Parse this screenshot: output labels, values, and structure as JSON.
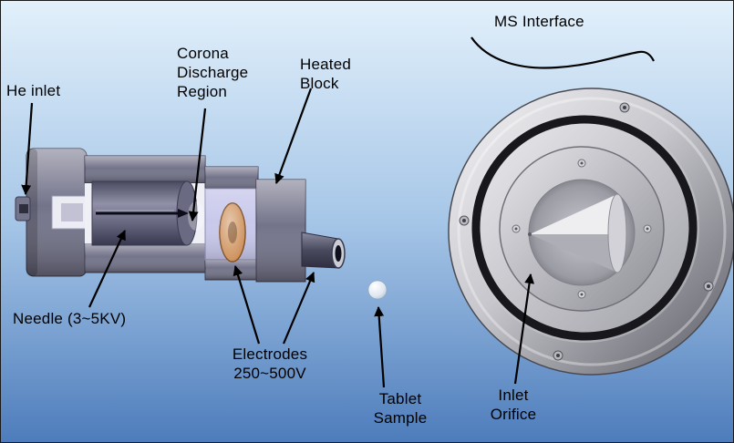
{
  "figure": {
    "labels": {
      "he_inlet": "He inlet",
      "corona_discharge": "Corona\nDischarge\nRegion",
      "heated_block": "Heated\nBlock",
      "ms_interface": "MS Interface",
      "needle": "Needle (3~5KV)",
      "electrodes": "Electrodes\n250~500V",
      "tablet_sample": "Tablet\nSample",
      "inlet_orifice": "Inlet\nOrifice"
    },
    "colors": {
      "bg_top": "#e2f0fb",
      "bg_mid": "#a6c6e7",
      "bg_bottom": "#4d7cbb",
      "housing": "#73738a",
      "insulator": "#c9c9ec",
      "electrode": "#c9854a",
      "oring": "#17171c",
      "metal_light": "#f5f5f7",
      "metal_dark": "#5a5a64",
      "arrow": "#000000"
    }
  }
}
